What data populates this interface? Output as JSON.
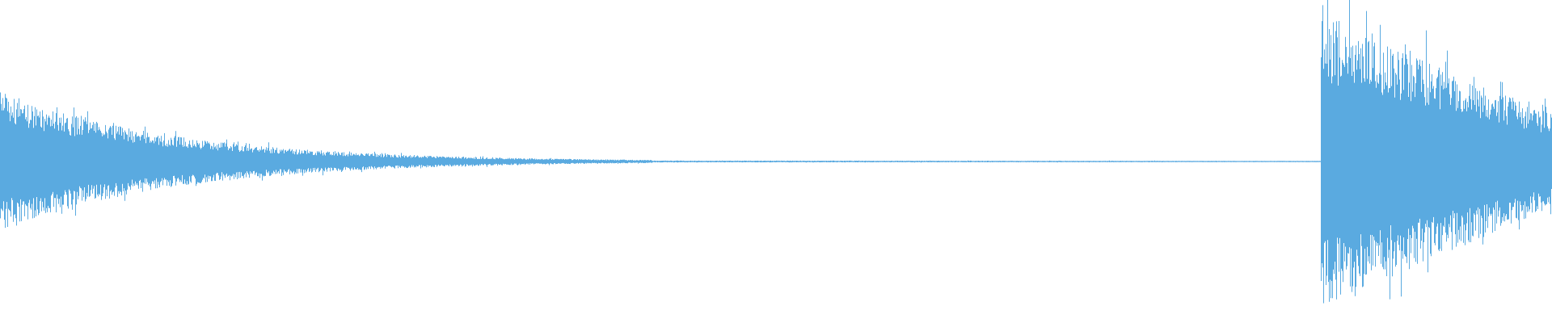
{
  "waveform": {
    "color": "#5aaae0",
    "background": "#ffffff",
    "segments": [
      {
        "label": "decaying-tail",
        "start": 0.0,
        "end": 0.42,
        "start_amplitude": 0.45,
        "end_amplitude": 0.01,
        "decay": "exponential"
      },
      {
        "label": "near-silence",
        "start": 0.42,
        "end": 0.85,
        "start_amplitude": 0.006,
        "end_amplitude": 0.004,
        "decay": "linear"
      },
      {
        "label": "loud-burst",
        "start": 0.851,
        "end": 1.0,
        "start_amplitude": 0.92,
        "end_amplitude": 0.3,
        "decay": "linear"
      }
    ]
  }
}
